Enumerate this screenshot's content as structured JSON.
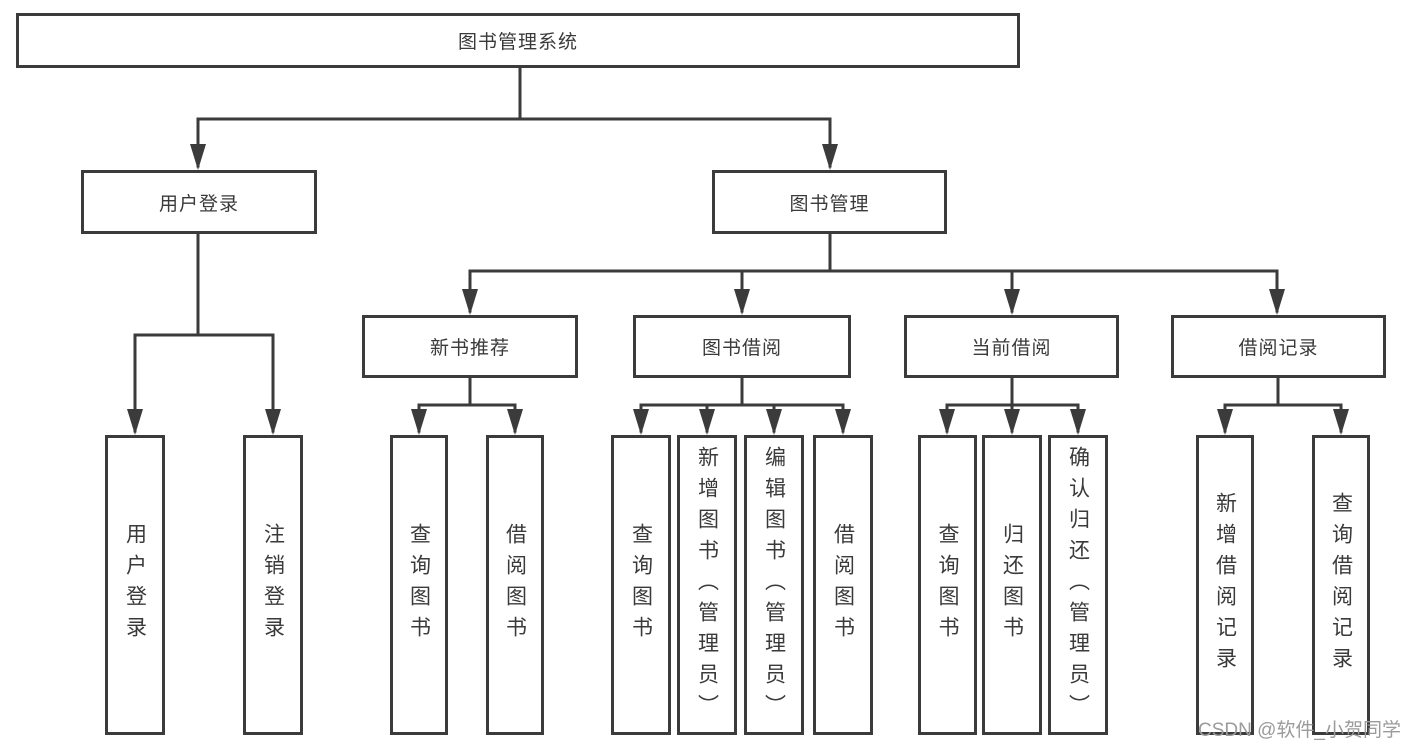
{
  "diagram": {
    "root": {
      "label": "图书管理系统"
    },
    "branches": {
      "user_login": {
        "label": "用户登录",
        "children": [
          "用户登录",
          "注销登录"
        ]
      },
      "book_mgmt": {
        "label": "图书管理",
        "children": {
          "new_book": {
            "label": "新书推荐",
            "children": [
              "查询图书",
              "借阅图书"
            ]
          },
          "borrow": {
            "label": "图书借阅",
            "children": [
              "查询图书",
              "新增图书（管理员）",
              "编辑图书（管理员）",
              "借阅图书"
            ]
          },
          "current": {
            "label": "当前借阅",
            "children": [
              "查询图书",
              "归还图书",
              "确认归还（管理员）"
            ]
          },
          "records": {
            "label": "借阅记录",
            "children": [
              "新增借阅记录",
              "查询借阅记录"
            ]
          }
        }
      }
    }
  },
  "watermark": "CSDN @软件_小贺同学",
  "colors": {
    "line": "#3b3b3b",
    "text": "#3a3a3a",
    "background": "#ffffff",
    "watermark": "#9b9b9b"
  }
}
